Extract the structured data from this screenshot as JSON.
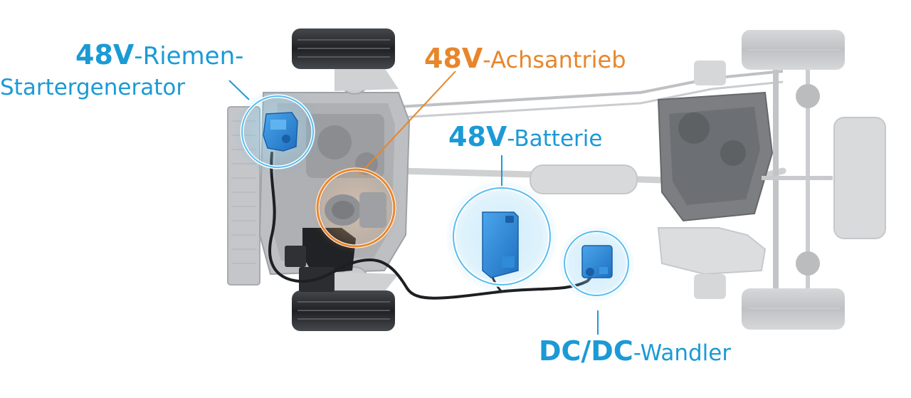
{
  "labels": {
    "rsg": {
      "bold": "48V",
      "rest_line1": "-Riemen-",
      "line2": "Startergenerator"
    },
    "axle": {
      "bold": "48V",
      "rest": "-Achsantrieb"
    },
    "battery": {
      "bold": "48V",
      "rest": "-Batterie"
    },
    "dcdc": {
      "bold": "DC/DC",
      "rest": "-Wandler"
    }
  },
  "colors": {
    "accent_blue": "#1b9ad6",
    "accent_orange": "#e8862b",
    "chassis_grey": "#c9cbcd",
    "tire_dark": "#2b2d30",
    "component_blue": "#2a7fd0"
  },
  "icons": {
    "belt_starter_generator": "blue-component-icon",
    "axle_drive": "axle-motor-icon",
    "battery": "battery-module-icon",
    "dcdc_converter": "converter-module-icon"
  }
}
